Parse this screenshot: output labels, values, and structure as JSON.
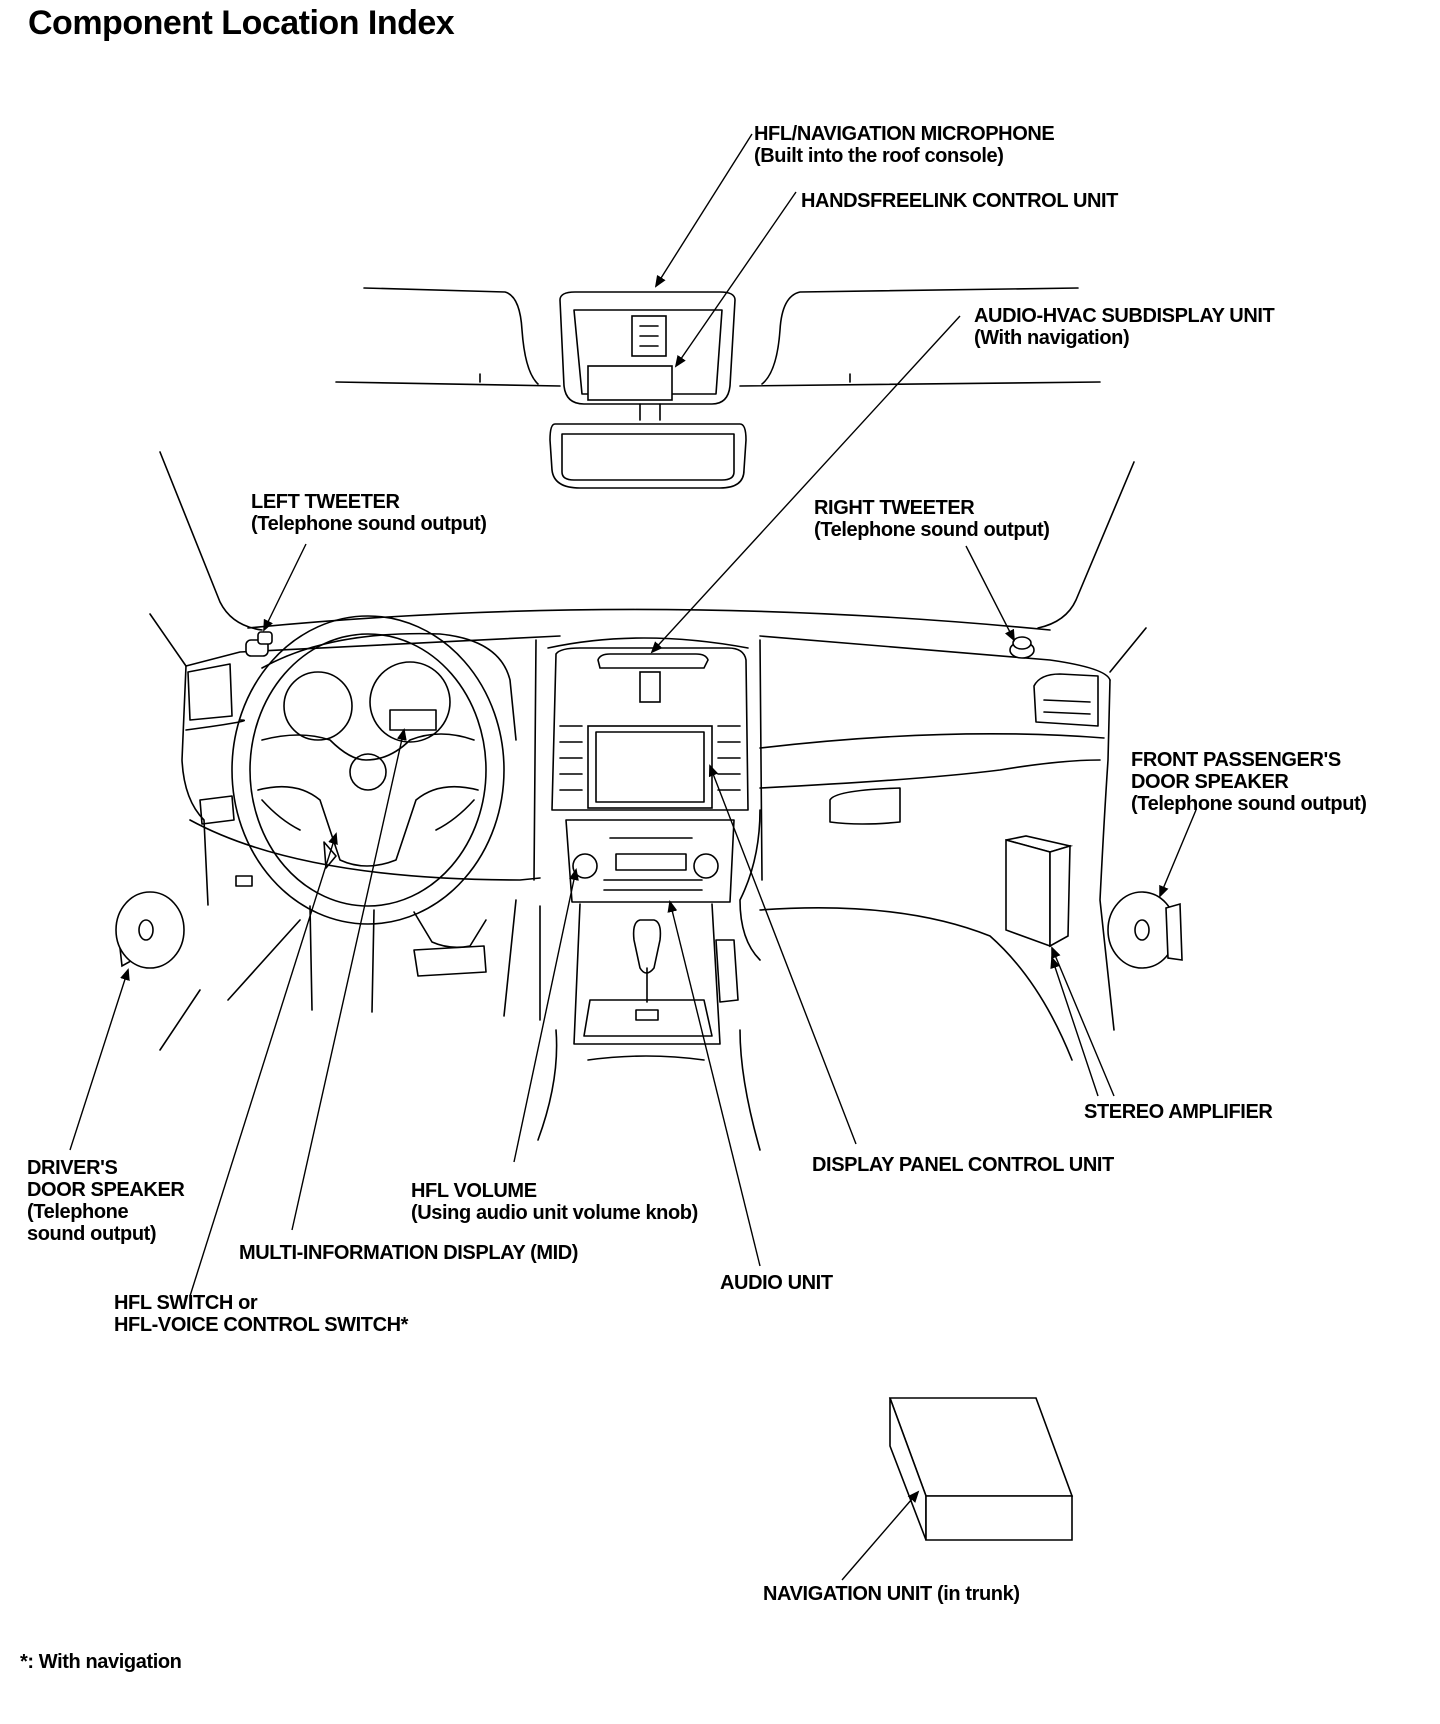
{
  "title": "Component Location Index",
  "labels": {
    "hfl_mic": {
      "line1": "HFL/NAVIGATION MICROPHONE",
      "line2": "(Built into the roof console)"
    },
    "hfl_control": {
      "line1": "HANDSFREELINK CONTROL UNIT"
    },
    "subdisplay": {
      "line1": "AUDIO-HVAC SUBDISPLAY UNIT",
      "line2": "(With navigation)"
    },
    "left_tweeter": {
      "line1": "LEFT TWEETER",
      "line2": "(Telephone sound output)"
    },
    "right_tweeter": {
      "line1": "RIGHT TWEETER",
      "line2": "(Telephone sound output)"
    },
    "front_pass_speaker": {
      "line1": "FRONT PASSENGER'S",
      "line2": "DOOR SPEAKER",
      "line3": "(Telephone sound output)"
    },
    "stereo_amp": {
      "line1": "STEREO AMPLIFIER"
    },
    "display_panel": {
      "line1": "DISPLAY PANEL CONTROL UNIT"
    },
    "driver_speaker": {
      "line1": "DRIVER'S",
      "line2": "DOOR SPEAKER",
      "line3": "(Telephone",
      "line4": "sound output)"
    },
    "hfl_volume": {
      "line1": "HFL VOLUME",
      "line2": "(Using audio unit volume knob)"
    },
    "mid": {
      "line1": "MULTI-INFORMATION DISPLAY (MID)"
    },
    "audio_unit": {
      "line1": "AUDIO UNIT"
    },
    "hfl_switch": {
      "line1": "HFL SWITCH or",
      "line2": "HFL-VOICE CONTROL SWITCH*"
    },
    "nav_unit": {
      "line1": "NAVIGATION UNIT (in trunk)"
    }
  },
  "footnote": "*: With navigation"
}
